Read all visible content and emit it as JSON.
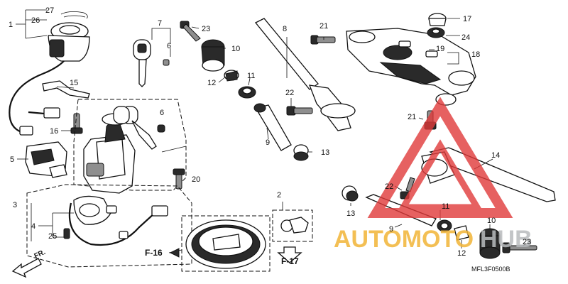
{
  "diagram": {
    "callouts": {
      "c27": "27",
      "c26": "26",
      "c1": "1",
      "c15": "15",
      "c16": "16",
      "c5": "5",
      "c7": "7",
      "c6a": "6",
      "c6b": "6",
      "c23a": "23",
      "c10a": "10",
      "c11a": "11",
      "c12a": "12",
      "c8": "8",
      "c21a": "21",
      "c22a": "22",
      "c9a": "9",
      "c13a": "13",
      "c17": "17",
      "c24": "24",
      "c19": "19",
      "c18": "18",
      "c21b": "21",
      "c14": "14",
      "c22b": "22",
      "c13b": "13",
      "c11b": "11",
      "c9b": "9",
      "c10b": "10",
      "c12b": "12",
      "c23b": "23",
      "c20": "20",
      "c3": "3",
      "c2": "2",
      "c4": "4",
      "c25": "25"
    },
    "refs": {
      "f16": "F-16",
      "f17": "F-17"
    },
    "direction_label": "FR.",
    "diagram_code": "MFL3F0500B"
  },
  "watermark": {
    "text_left": "AUTOMOTO",
    "text_right": "HUB",
    "color_left": "#f2b437",
    "color_right": "#b9bcbe",
    "triangle_color": "#e03a3a"
  }
}
